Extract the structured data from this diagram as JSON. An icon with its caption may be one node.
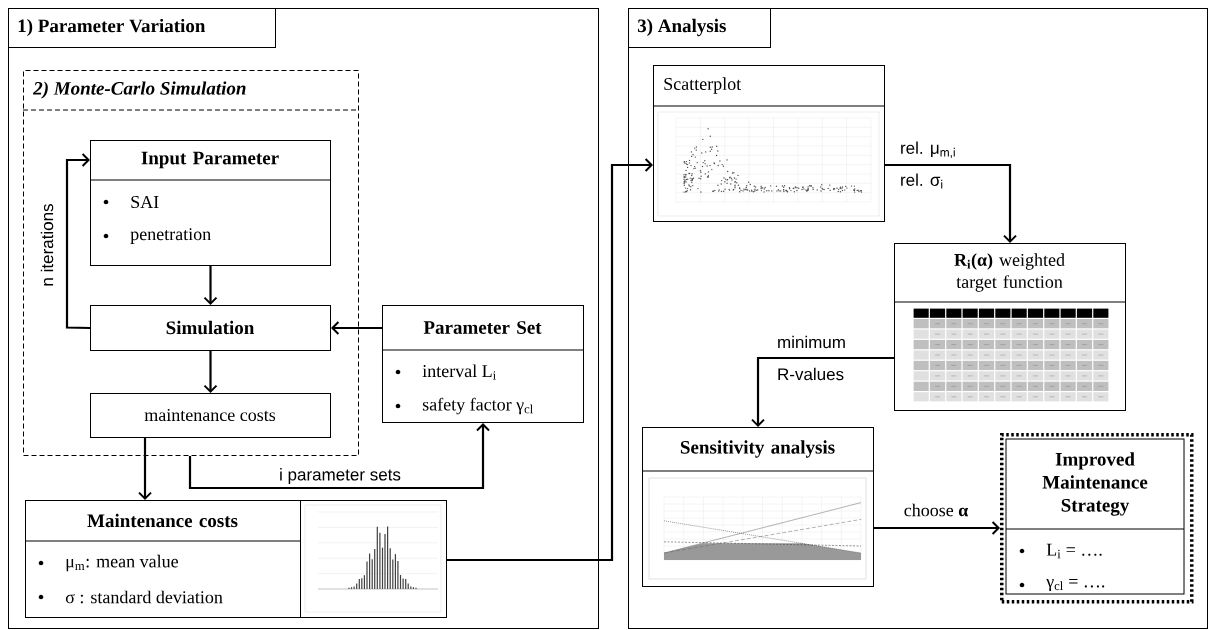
{
  "diagram": {
    "nodes": [
      {
        "text": [],
        "shape": "box"
      },
      {
        "text": [
          "1) Parameter Variation"
        ],
        "in": 0
      },
      {
        "text": [
          "2) Monte-Carlo Simulation"
        ],
        "in": 0
      },
      {
        "text": [
          "Input Parameter",
          "SAI",
          "penetration"
        ],
        "in": 2
      },
      {
        "text": [
          "Simulation"
        ],
        "in": 2
      },
      {
        "text": [
          "maintenance costs"
        ],
        "in": 2
      },
      {
        "text": [
          "Parameter Set",
          "interval L$_{i}$",
          "safety factor γ$_{cl}$"
        ],
        "in": 0
      },
      {
        "text": [
          "Maintenance costs",
          "μ$_{m}$: mean value",
          "σ  : standard deviation"
        ],
        "in": 0
      },
      {
        "text": [],
        "shape": "picture",
        "in": 0
      },
      {
        "text": [],
        "shape": "box"
      },
      {
        "text": [
          "3) Analysis"
        ],
        "in": 9
      },
      {
        "text": [
          "Scatterplot"
        ],
        "in": 9
      },
      {
        "text": [],
        "shape": "picture",
        "in": 11
      },
      {
        "text": [
          "**R$_{i}$(α)** weighted target function"
        ],
        "in": 9
      },
      {
        "text": [],
        "shape": "picture",
        "in": 13
      },
      {
        "text": [
          "Sensitivity analysis"
        ],
        "in": 9
      },
      {
        "text": [],
        "shape": "picture",
        "in": 15
      },
      {
        "text": [
          "Improved Maintenance Strategy",
          "L$_{i}$ = ….",
          "γ$_{cl}$ = …."
        ],
        "in": 9
      }
    ],
    "edges": [
      {
        "from": 3,
        "to": 4,
        "arrow": "to"
      },
      {
        "from": 4,
        "to": 3,
        "arrow": "to",
        "label": "n iterations"
      },
      {
        "from": 6,
        "to": 4,
        "arrow": "to"
      },
      {
        "from": 4,
        "to": 5,
        "arrow": "to"
      },
      {
        "from": 5,
        "to": 7,
        "arrow": "to"
      },
      {
        "from": 2,
        "to": 6,
        "arrow": "to",
        "label": "i parameter sets"
      },
      {
        "from": 8,
        "to": 11,
        "arrow": "to"
      },
      {
        "from": 11,
        "to": 13,
        "arrow": "to",
        "label": "rel. μ$_{m,i}$ rel. σ$_{i}$"
      },
      {
        "from": 13,
        "to": 15,
        "arrow": "to",
        "label": "minimum R-values"
      },
      {
        "from": 15,
        "to": 17,
        "arrow": "to",
        "label": "choose **α**"
      }
    ]
  }
}
